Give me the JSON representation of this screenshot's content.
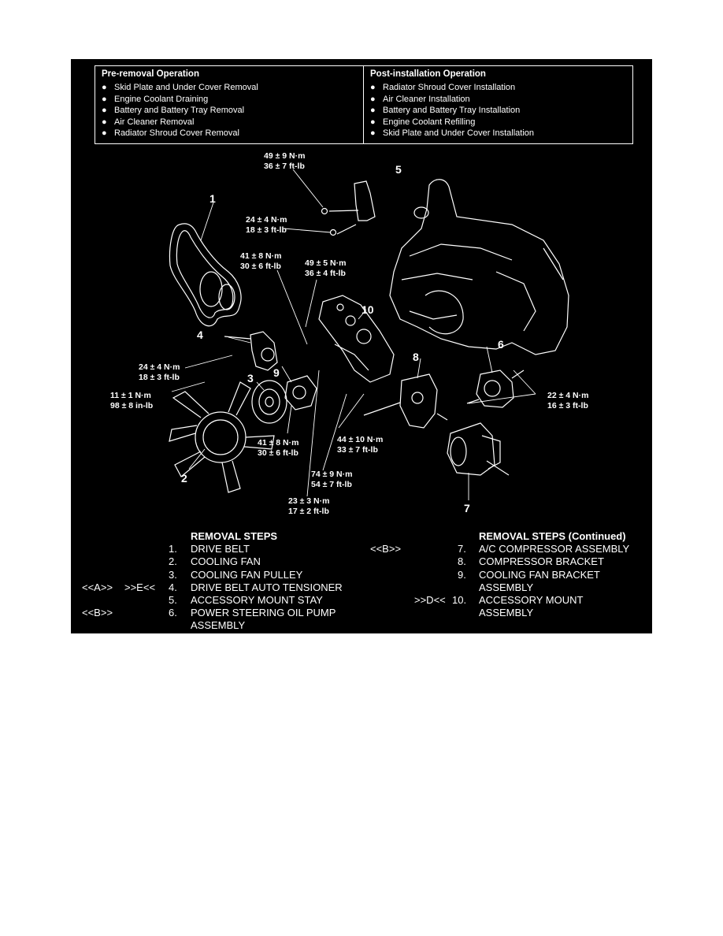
{
  "pre_removal": {
    "title": "Pre-removal Operation",
    "items": [
      "Skid Plate and Under Cover Removal",
      "Engine Coolant Draining",
      "Battery and Battery Tray Removal",
      "Air Cleaner Removal",
      "Radiator Shroud Cover Removal"
    ]
  },
  "post_installation": {
    "title": "Post-installation Operation",
    "items": [
      "Radiator Shroud Cover Installation",
      "Air Cleaner Installation",
      "Battery and Battery Tray Installation",
      "Engine Coolant Refilling",
      "Skid Plate and Under Cover Installation"
    ]
  },
  "bullet": "●",
  "torque_specs": [
    {
      "line1": "49 ± 9 N·m",
      "line2": "36 ± 7 ft-lb"
    },
    {
      "line1": "24 ± 4 N·m",
      "line2": "18 ± 3 ft-lb"
    },
    {
      "line1": "41 ± 8 N·m",
      "line2": "30 ± 6 ft-lb"
    },
    {
      "line1": "49 ± 5 N·m",
      "line2": "36 ± 4 ft-lb"
    },
    {
      "line1": "24 ± 4 N·m",
      "line2": "18 ± 3 ft-lb"
    },
    {
      "line1": "11 ± 1 N·m",
      "line2": "98 ± 8 in-lb"
    },
    {
      "line1": "22 ± 4 N·m",
      "line2": "16 ± 3 ft-lb"
    },
    {
      "line1": "44 ± 10 N·m",
      "line2": "33 ± 7 ft-lb"
    },
    {
      "line1": "41 ± 8 N·m",
      "line2": "30 ± 6 ft-lb"
    },
    {
      "line1": "74 ± 9 N·m",
      "line2": "54 ± 7 ft-lb"
    },
    {
      "line1": "23 ± 3 N·m",
      "line2": "17 ± 2 ft-lb"
    }
  ],
  "part_numbers": [
    "1",
    "2",
    "3",
    "4",
    "5",
    "6",
    "7",
    "8",
    "9",
    "10"
  ],
  "removal_steps": {
    "heading": "REMOVAL STEPS",
    "heading_continued": "REMOVAL STEPS (Continued)",
    "left": [
      {
        "mark1": "",
        "mark2": "",
        "num": "1.",
        "label": "DRIVE BELT",
        "label2": ""
      },
      {
        "mark1": "",
        "mark2": "",
        "num": "2.",
        "label": "COOLING FAN",
        "label2": ""
      },
      {
        "mark1": "",
        "mark2": "",
        "num": "3.",
        "label": "COOLING FAN PULLEY",
        "label2": ""
      },
      {
        "mark1": "<<A>>",
        "mark2": ">>E<<",
        "num": "4.",
        "label": "DRIVE BELT AUTO TENSIONER",
        "label2": ""
      },
      {
        "mark1": "",
        "mark2": "",
        "num": "5.",
        "label": "ACCESSORY MOUNT STAY",
        "label2": ""
      },
      {
        "mark1": "<<B>>",
        "mark2": "",
        "num": "6.",
        "label": "POWER STEERING OIL PUMP",
        "label2": "ASSEMBLY"
      }
    ],
    "right": [
      {
        "mark1": "<<B>>",
        "mark2": "",
        "num": "7.",
        "label": "A/C COMPRESSOR ASSEMBLY",
        "label2": ""
      },
      {
        "mark1": "",
        "mark2": "",
        "num": "8.",
        "label": "COMPRESSOR BRACKET",
        "label2": ""
      },
      {
        "mark1": "",
        "mark2": "",
        "num": "9.",
        "label": "COOLING FAN BRACKET",
        "label2": "ASSEMBLY"
      },
      {
        "mark1": "",
        "mark2": ">>D<<",
        "num": "10.",
        "label": "ACCESSORY MOUNT",
        "label2": "ASSEMBLY"
      }
    ]
  }
}
